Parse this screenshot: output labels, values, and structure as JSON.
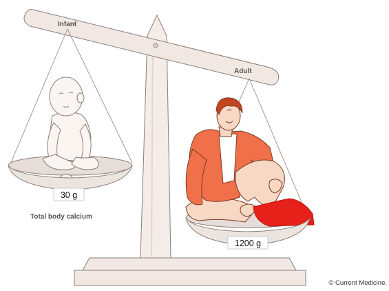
{
  "labels": {
    "infant": "Infant",
    "adult": "Adult",
    "infant_weight": "30 g",
    "adult_weight": "1200 g",
    "caption": "Total body calcium",
    "copyright": "© Current Medicine."
  },
  "colors": {
    "scale_fill": "#f1e8e3",
    "scale_stroke": "#8a7d78",
    "pan_fill": "#ece4df",
    "figure_orange": "#f0704a",
    "figure_red": "#e8201a",
    "hair": "#c2451f",
    "skin": "#f6d8c4",
    "baby_skin": "#fbf5f1"
  }
}
